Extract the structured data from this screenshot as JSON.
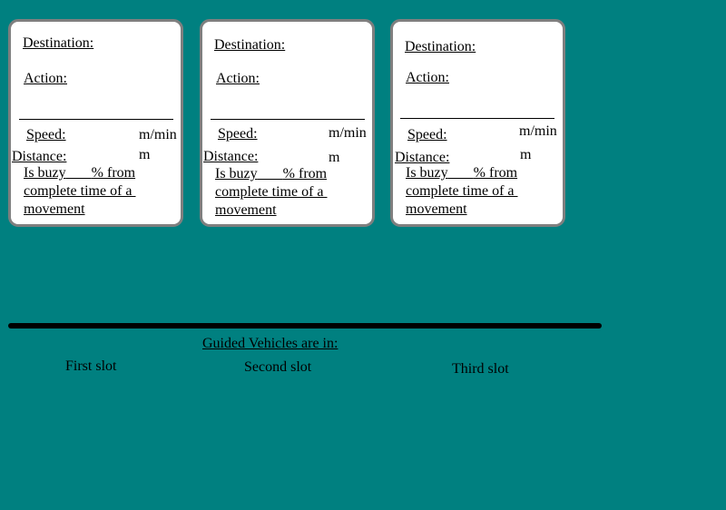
{
  "cards": [
    {
      "destination_label": "Destination:",
      "action_label": "Action:",
      "speed_label": "Speed:",
      "speed_unit": "m/min",
      "distance_label": "Distance:",
      "distance_unit": "m",
      "busy_line1": "Is buzy",
      "busy_blank": "       ",
      "busy_pct": "% from",
      "busy_line2": "complete time of a ",
      "busy_line3": "movement"
    },
    {
      "destination_label": "Destination:",
      "action_label": "Action:",
      "speed_label": "Speed:",
      "speed_unit": "m/min",
      "distance_label": "Distance:",
      "distance_unit": "m",
      "busy_line1": "Is buzy",
      "busy_blank": "       ",
      "busy_pct": "% from",
      "busy_line2": "complete time of a ",
      "busy_line3": "movement"
    },
    {
      "destination_label": "Destination:",
      "action_label": "Action:",
      "speed_label": "Speed:",
      "speed_unit": "m/min",
      "distance_label": "Distance:",
      "distance_unit": "m",
      "busy_line1": "Is buzy",
      "busy_blank": "       ",
      "busy_pct": "% from",
      "busy_line2": "complete time of a ",
      "busy_line3": "movement"
    }
  ],
  "track": {
    "caption": "Guided Vehicles are in:",
    "slots": [
      "First slot",
      "Second slot",
      "Third slot"
    ]
  },
  "colors": {
    "background": "#008080",
    "card": "#ffffff",
    "card_border": "#7f7f7f",
    "track": "#000000"
  }
}
